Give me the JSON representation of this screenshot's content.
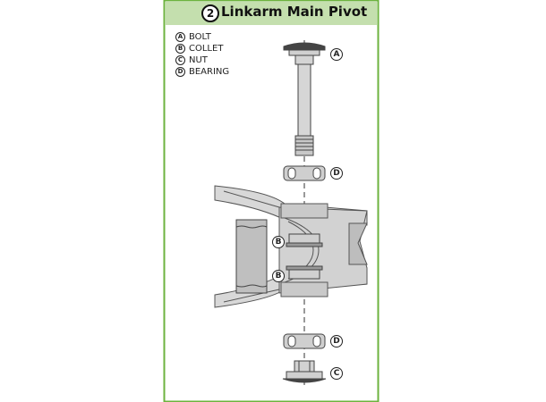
{
  "title": {
    "number": "2",
    "text": "Linkarm Main Pivot"
  },
  "legend": [
    {
      "letter": "A",
      "label": "BOLT"
    },
    {
      "letter": "B",
      "label": "COLLET"
    },
    {
      "letter": "C",
      "label": "NUT"
    },
    {
      "letter": "D",
      "label": "BEARING"
    }
  ],
  "callouts": {
    "bolt": "A",
    "bearing_top": "D",
    "collet_top": "B",
    "collet_bottom": "B",
    "bearing_bottom": "D",
    "nut": "C"
  },
  "colors": {
    "frame_border": "#6db33f",
    "title_bar": "#c4dfae",
    "part_fill": "#d4d4d4",
    "part_stroke": "#555555"
  }
}
